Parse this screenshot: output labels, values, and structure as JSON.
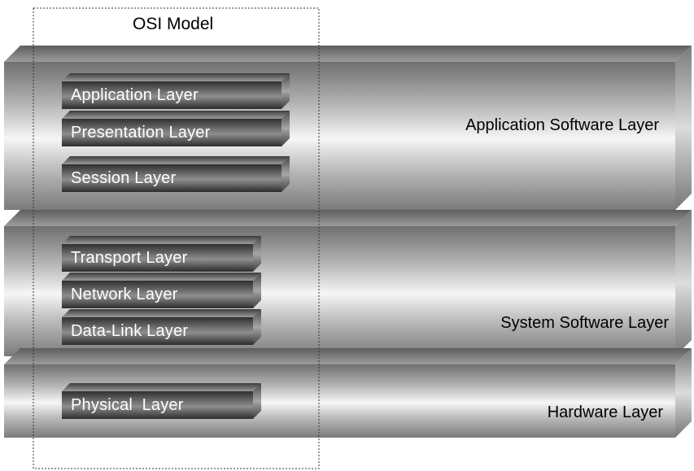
{
  "diagram": {
    "title": "OSI Model",
    "bands": [
      {
        "label": "Application Software Layer"
      },
      {
        "label": "System Software Layer"
      },
      {
        "label": "Hardware Layer"
      }
    ],
    "osi_layers": [
      {
        "label": "Application Layer",
        "group": "Application Software Layer"
      },
      {
        "label": "Presentation Layer",
        "group": "Application Software Layer"
      },
      {
        "label": "Session Layer",
        "group": "Application Software Layer"
      },
      {
        "label": "Transport Layer",
        "group": "System Software Layer"
      },
      {
        "label": "Network Layer",
        "group": "System Software Layer"
      },
      {
        "label": "Data-Link Layer",
        "group": "System Software Layer"
      },
      {
        "label": "Physical  Layer",
        "group": "Hardware Layer"
      }
    ],
    "colors": {
      "band_light": "#f4f4f4",
      "band_mid": "#9a9a9a",
      "band_dark": "#6e6e6e",
      "box_dark": "#3a3a3a",
      "box_light": "#8c8c8c",
      "box_text": "#ffffff",
      "frame_border": "#333333"
    }
  }
}
